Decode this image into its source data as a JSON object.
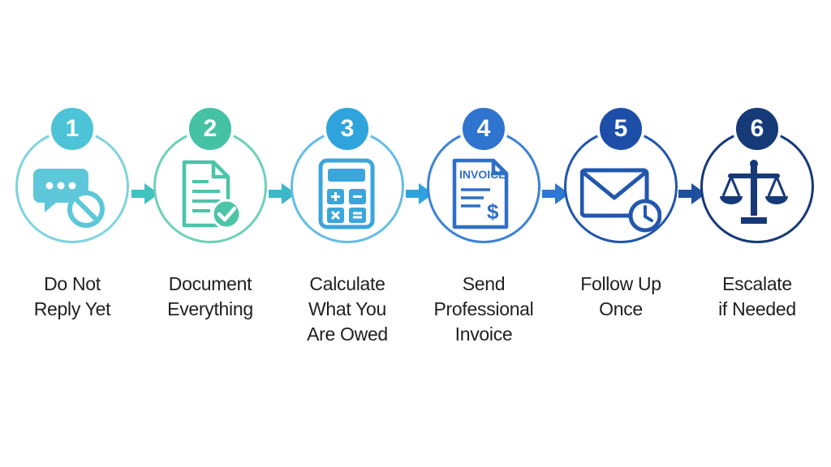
{
  "steps": [
    {
      "number": "1",
      "lines": [
        "Do Not",
        "Reply Yet"
      ],
      "icon": "chat-blocked-icon",
      "color": "#4cc3d6"
    },
    {
      "number": "2",
      "lines": [
        "Document",
        "Everything"
      ],
      "icon": "document-check-icon",
      "color": "#45c1a4"
    },
    {
      "number": "3",
      "lines": [
        "Calculate",
        "What You",
        "Are Owed"
      ],
      "icon": "calculator-icon",
      "color": "#2fa4dc"
    },
    {
      "number": "4",
      "lines": [
        "Send",
        "Professional",
        "Invoice"
      ],
      "icon": "invoice-icon",
      "color": "#2f75cf",
      "icon_text": "INVOICE"
    },
    {
      "number": "5",
      "lines": [
        "Follow Up",
        "Once"
      ],
      "icon": "envelope-clock-icon",
      "color": "#1e4fa8"
    },
    {
      "number": "6",
      "lines": [
        "Escalate",
        "if Needed"
      ],
      "icon": "scales-icon",
      "color": "#163a78"
    }
  ],
  "arrow_colors": [
    "#42c2bf",
    "#3ab7c8",
    "#2ea2dc",
    "#2c78d2",
    "#1f4f9f"
  ]
}
